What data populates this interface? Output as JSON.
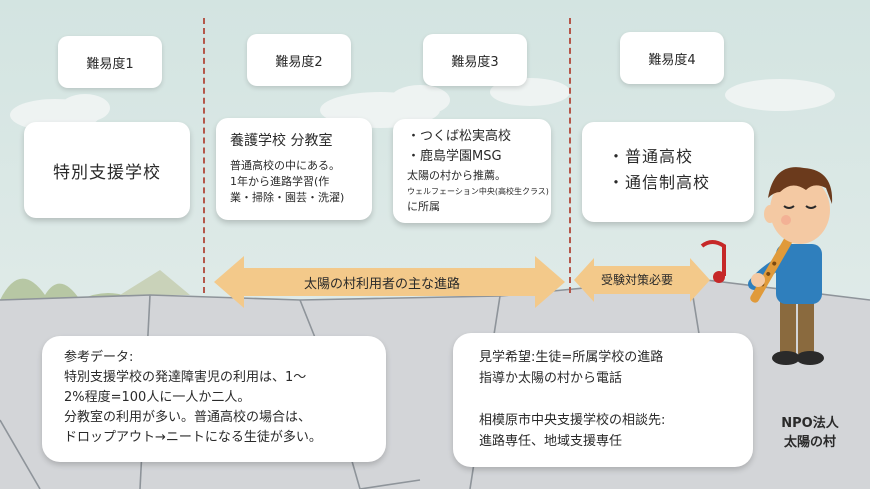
{
  "levels": [
    "難易度1",
    "難易度2",
    "難易度3",
    "難易度4"
  ],
  "card1": {
    "text": "特別支援学校"
  },
  "card2": {
    "title": "養護学校 分教室",
    "lines": [
      "普通高校の中にある。",
      "1年から進路学習(作",
      "業・掃除・園芸・洗濯)"
    ]
  },
  "card3": {
    "lines": [
      "・つくば松実高校",
      "・鹿島学園MSG",
      "太陽の村から推薦。"
    ],
    "small": "ウェルフェーション中央(高校生クラス)",
    "last": "に所属"
  },
  "card4": {
    "lines": [
      "・普通高校",
      "・通信制高校"
    ]
  },
  "arrows": {
    "main_route": "太陽の村利用者の主な進路",
    "exam": "受験対策必要"
  },
  "note_left": {
    "lines": [
      "参考データ:",
      "特別支援学校の発達障害児の利用は、1〜",
      "2%程度=100人に一人か二人。",
      "分教室の利用が多い。普通高校の場合は、",
      "ドロップアウト→ニートになる生徒が多い。"
    ]
  },
  "note_right": {
    "lines": [
      "見学希望:生徒=所属学校の進路",
      "指導か太陽の村から電話",
      "",
      "相模原市中央支援学校の相談先:",
      "進路専任、地域支援専任"
    ]
  },
  "org": {
    "line1": "NPO法人",
    "line2": "太陽の村"
  },
  "colors": {
    "sky": "#d6e6e3",
    "ground": "#d7d9dc",
    "arrow": "#f3c98a",
    "divider": "#b4574a",
    "shirt": "#2f7fbd",
    "pants": "#8a6a3e",
    "hair": "#6b3a1c"
  }
}
